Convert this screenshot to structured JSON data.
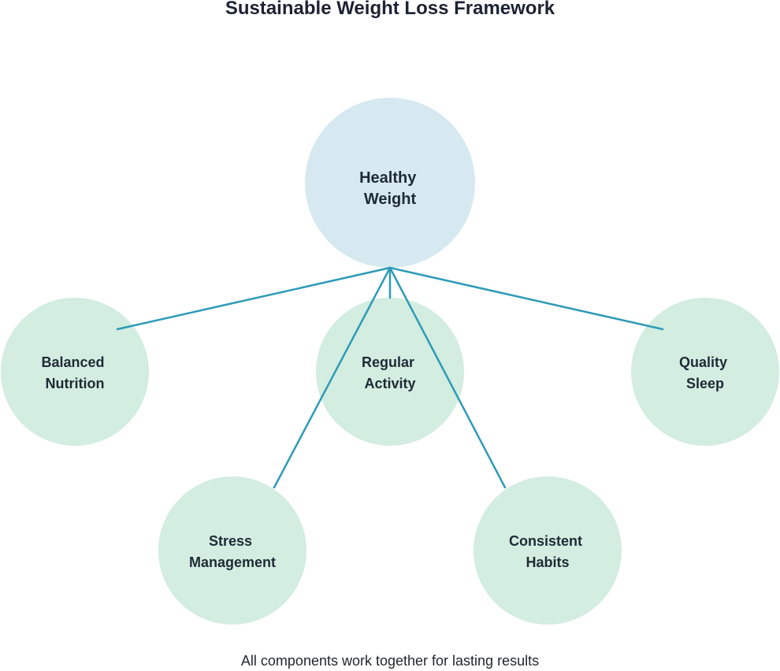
{
  "title": "Sustainable Weight Loss Framework",
  "footer": "All components work together for lasting results",
  "colors": {
    "center_fill": "#d6e9f0",
    "node_fill": "#d3ede0",
    "connector": "#2e9bb7",
    "text": "#1f2a36"
  },
  "center": {
    "lines": [
      "Healthy",
      "Weight"
    ]
  },
  "components": [
    {
      "id": "balanced-nutrition",
      "lines": [
        "Balanced",
        "Nutrition"
      ]
    },
    {
      "id": "regular-activity",
      "lines": [
        "Regular",
        "Activity"
      ]
    },
    {
      "id": "quality-sleep",
      "lines": [
        "Quality",
        "Sleep"
      ]
    },
    {
      "id": "stress-management",
      "lines": [
        "Stress",
        "Management"
      ]
    },
    {
      "id": "consistent-habits",
      "lines": [
        "Consistent",
        "Habits"
      ]
    }
  ]
}
